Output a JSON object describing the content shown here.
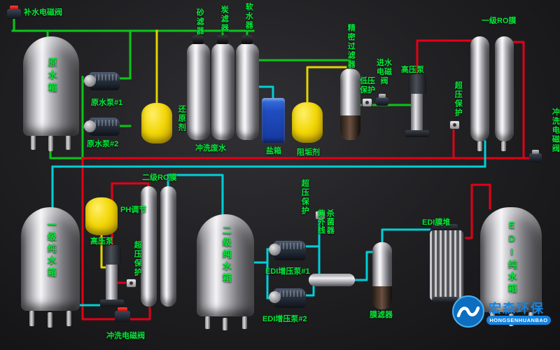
{
  "colors": {
    "background": "#1c1c1f",
    "pipe_green": "#0cc41a",
    "pipe_red": "#e30016",
    "pipe_cyan": "#00cfd6",
    "pipe_yellow": "#e3d400",
    "label_green": "#05e838",
    "logo_blue": "#1584e0"
  },
  "labels": {
    "makeup_valve": "补水电磁阀",
    "raw_tank": "原水箱",
    "raw_pump1": "原水泵#1",
    "raw_pump2": "原水泵#2",
    "reducing_agent": "还原剂",
    "sand_filter": "砂滤器",
    "carbon_filter": "炭滤器",
    "softener": "软水器",
    "flush_waste": "冲洗废水",
    "salt_box": "盐箱",
    "antiscalant": "阻垢剂",
    "precision_filter": "精密过滤器",
    "low_pressure": "低压保护",
    "inlet_valve": "进水电磁阀",
    "hp_pump_1": "高压泵",
    "overpressure_1": "超压保护",
    "ro1": "一级RO膜",
    "flush_valve_right": "冲洗电磁阀",
    "ro2": "二级RO膜",
    "pure_tank1": "一级纯水箱",
    "ph_adjust": "PH调节",
    "hp_pump_2": "高压泵",
    "overpressure_2": "超压保护",
    "pure_tank2": "二级纯水箱",
    "overpressure_3": "超压保护",
    "uv_sterilizer": "紫外线杀菌器",
    "edi_pump1": "EDI增压泵#1",
    "edi_pump2": "EDI增压泵#2",
    "membrane_filter": "膜滤器",
    "edi_stack": "EDI膜堆",
    "edi_tank": "EDI纯水箱",
    "flush_valve_bottom": "冲洗电磁阀"
  },
  "logo": {
    "name": "宏森环保",
    "subtitle": "HONGSENHUANBAO"
  }
}
